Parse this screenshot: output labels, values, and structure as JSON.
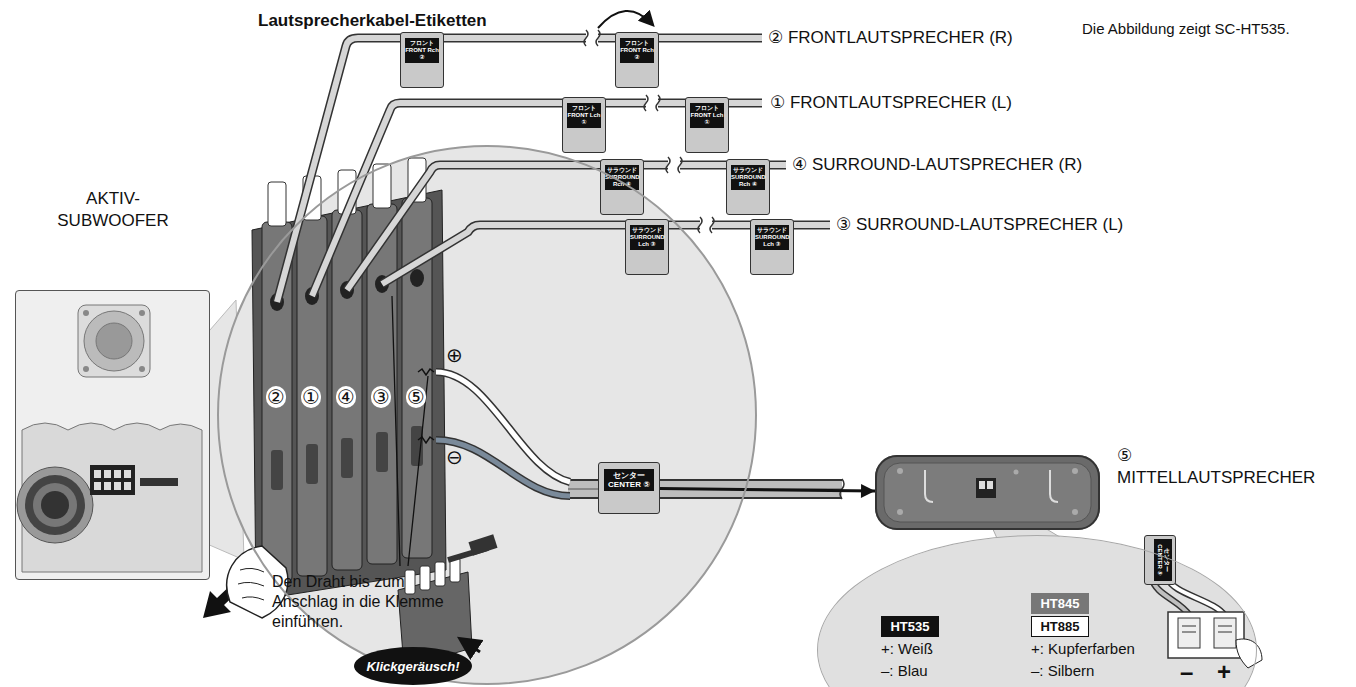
{
  "diagram": {
    "nodes": [
      {
        "text": [
          "フロント FRONT Rch ②"
        ]
      },
      {
        "text": [
          "フロント FRONT Rch ②"
        ]
      },
      {
        "text": [
          "フロント FRONT Lch ①"
        ]
      },
      {
        "text": [
          "フロント FRONT Lch ①"
        ]
      },
      {
        "text": [
          "サラウンド SURROUND Rch ④"
        ]
      },
      {
        "text": [
          "サラウンド SURROUND Rch ④"
        ]
      },
      {
        "text": [
          "サラウンド SURROUND Lch ③"
        ]
      },
      {
        "text": [
          "サラウンド SURROUND Lch ③"
        ]
      },
      {
        "text": [
          "AKTIV- SUBWOOFER"
        ]
      },
      {
        "text": [
          "Den Draht bis zum Anschlag in die Klemme einführen."
        ]
      },
      {
        "text": [
          "Klickgeräusch!"
        ],
        "in": 9
      },
      {
        "text": [
          "センター CENTER ⑤"
        ]
      },
      {
        "text": [
          "⑤ MITTELLAUTSPRECHER"
        ]
      },
      {
        "text": [
          "センター CENTER ⑤"
        ]
      },
      {
        "text": [
          "+: Weiß",
          "–: Blau",
          "+: Kupferfarben",
          "–: Silbern"
        ]
      },
      {
        "text": [
          "HT535"
        ],
        "in": 14
      },
      {
        "text": [
          "HT845"
        ],
        "in": 14
      },
      {
        "text": [
          "HT885"
        ],
        "in": 14
      }
    ],
    "edges": [
      {
        "from": 11,
        "to": 12,
        "arrow": "to"
      }
    ],
    "labels": [
      "Lautsprecherkabel-Etiketten",
      "Die Abbildung zeigt SC-HT535.",
      "② FRONTLAUTSPRECHER (R)",
      "① FRONTLAUTSPRECHER (L)",
      "④ SURROUND-LAUTSPRECHER (R)",
      "③ SURROUND-LAUTSPRECHER (L)",
      "②",
      "①",
      "④",
      "③",
      "⑤",
      "⊕",
      "⊖",
      "–",
      "+"
    ]
  }
}
